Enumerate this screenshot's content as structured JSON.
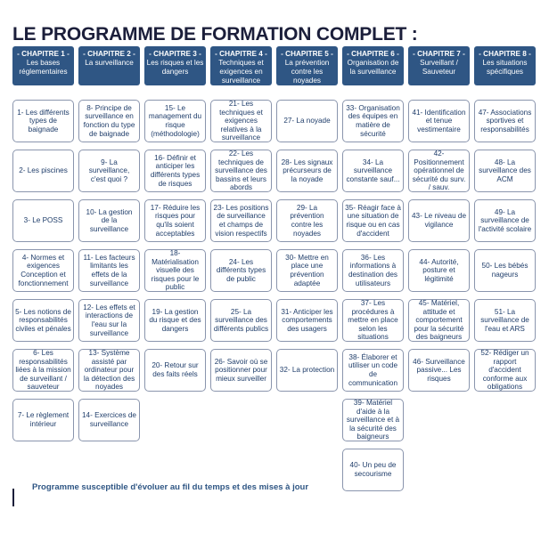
{
  "title": "LE PROGRAMME DE FORMATION COMPLET :",
  "chapters": [
    {
      "num": "- CHAPITRE 1 -",
      "title": "Les bases réglementaires"
    },
    {
      "num": "- CHAPITRE 2 -",
      "title": "La surveillance"
    },
    {
      "num": "- CHAPITRE 3 -",
      "title": "Les risques et les dangers"
    },
    {
      "num": "- CHAPITRE 4 -",
      "title": "Techniques et exigences en surveillance"
    },
    {
      "num": "- CHAPITRE 5 -",
      "title": "La prévention contre les noyades"
    },
    {
      "num": "- CHAPITRE 6 -",
      "title": "Organisation de la surveillance"
    },
    {
      "num": "- CHAPITRE 7 -",
      "title": "Surveillant / Sauveteur"
    },
    {
      "num": "- CHAPITRE 8 -",
      "title": "Les situations spécifiques"
    }
  ],
  "columns": [
    [
      "1- Les différents types de baignade",
      "2- Les piscines",
      "3- Le POSS",
      "4- Normes et exigences Conception et fonctionnement",
      "5- Les notions de responsabilités civiles et pénales",
      "6- Les responsabilités liées à la mission de surveillant / sauveteur",
      "7- Le règlement intérieur"
    ],
    [
      "8- Principe de surveillance en fonction du type de baignade",
      "9- La surveillance, c'est quoi ?",
      "10- La gestion de la surveillance",
      "11- Les facteurs limitants les effets de la surveillance",
      "12- Les effets et interactions de l'eau sur la surveillance",
      "13- Système assisté par ordinateur pour la détection des noyades",
      "14- Exercices de surveillance"
    ],
    [
      "15- Le management du risque (méthodologie)",
      "16- Définir et anticiper les différents types de risques",
      "17- Réduire les risques pour qu'ils soient acceptables",
      "18- Matérialisation visuelle des risques pour le public",
      "19- La gestion du risque et des dangers",
      "20- Retour sur des faits réels"
    ],
    [
      "21- Les techniques et exigences relatives à la surveillance",
      "22- Les techniques de surveillance des bassins et leurs abords",
      "23- Les positions de surveillance et champs de vision respectifs",
      "24- Les différents types de public",
      "25- La surveillance des différents publics",
      "26- Savoir où se positionner pour mieux surveiller"
    ],
    [
      "27- La noyade",
      "28- Les signaux précurseurs de la noyade",
      "29- La prévention contre les noyades",
      "30- Mettre en place une prévention adaptée",
      "31- Anticiper les comportements des usagers",
      "32- La protection"
    ],
    [
      "33- Organisation des équipes en matière de sécurité",
      "34- La surveillance constante sauf...",
      "35- Réagir face à une situation de risque ou en cas d'accident",
      "36- Les informations à destination des utilisateurs",
      "37- Les procédures à mettre en place selon les situations",
      "38- Élaborer et utiliser un code de communication",
      "39- Matériel d'aide à la surveillance et à la sécurité des baigneurs",
      "40- Un peu de secourisme"
    ],
    [
      "41- Identification et tenue vestimentaire",
      "42- Positionnement opérationnel de sécurité du surv. / sauv.",
      "43- Le niveau de vigilance",
      "44- Autorité, posture et légitimité",
      "45- Matériel, attitude et comportement pour la sécurité des baigneurs",
      "46- Surveillance passive... Les risques"
    ],
    [
      "47- Associations sportives et responsabilités",
      "48- La surveillance des ACM",
      "49- La surveillance de l'activité scolaire",
      "50- Les bébés nageurs",
      "51- La surveillance de l'eau et ARS",
      "52- Rédiger un rapport d'accident conforme aux obligations"
    ]
  ],
  "footer": "Programme susceptible d'évoluer au fil du temps et des mises à jour"
}
